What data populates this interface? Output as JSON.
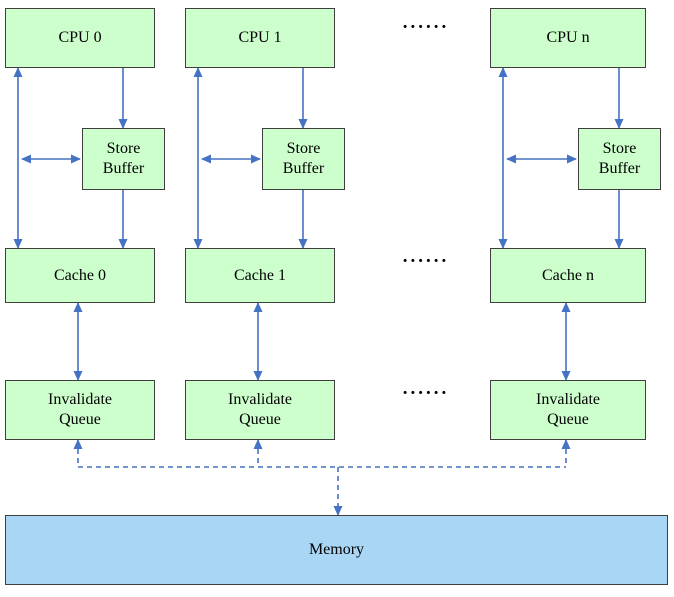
{
  "diagram": {
    "columns": [
      {
        "cpu": "CPU 0",
        "store_buffer": "Store\nBuffer",
        "cache": "Cache 0",
        "invalidate_queue": "Invalidate\nQueue"
      },
      {
        "cpu": "CPU 1",
        "store_buffer": "Store\nBuffer",
        "cache": "Cache 1",
        "invalidate_queue": "Invalidate\nQueue"
      },
      {
        "cpu": "CPU n",
        "store_buffer": "Store\nBuffer",
        "cache": "Cache n",
        "invalidate_queue": "Invalidate\nQueue"
      }
    ],
    "ellipsis": "......",
    "memory": "Memory",
    "colors": {
      "box_fill": "#ccffcc",
      "box_border": "#3f3f3f",
      "memory_fill": "#a9d6f5",
      "arrow": "#4472c4"
    }
  }
}
